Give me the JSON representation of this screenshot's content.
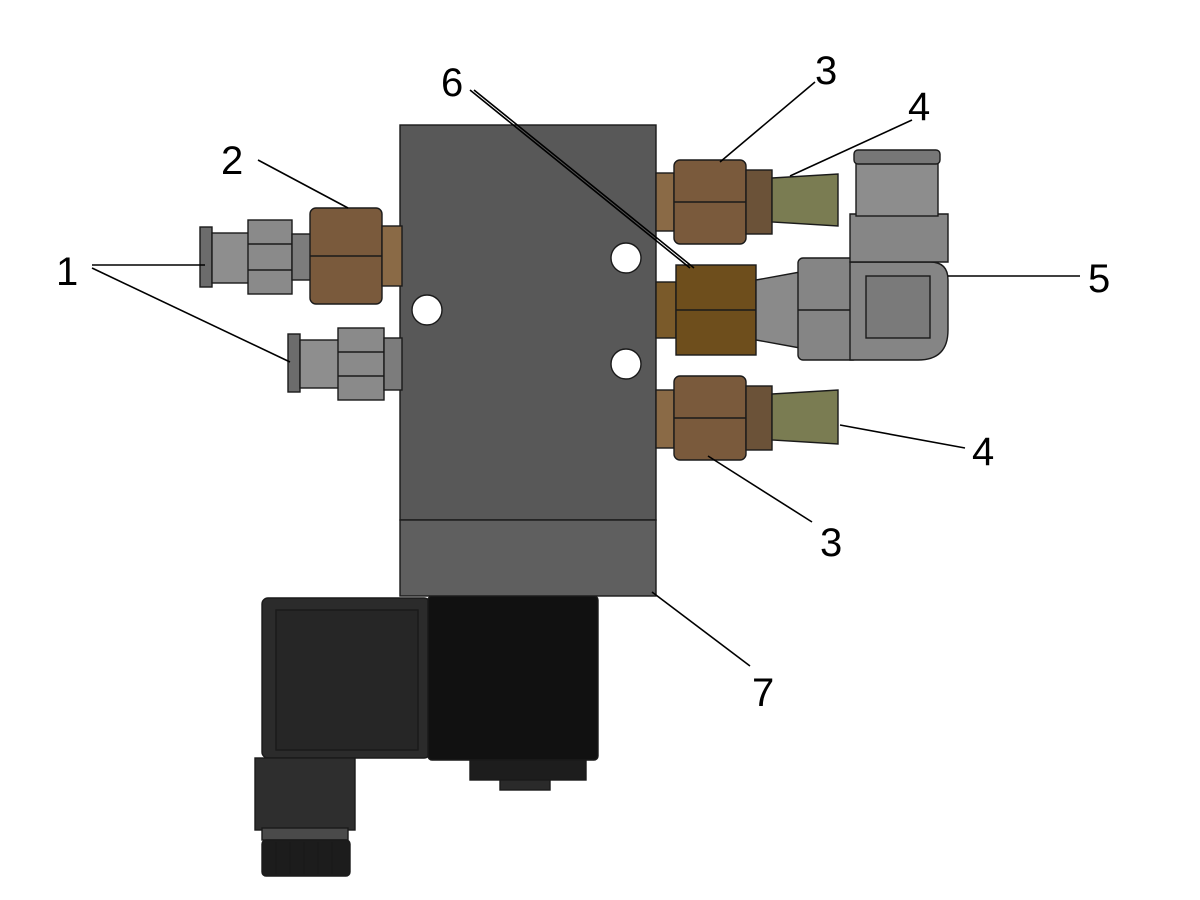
{
  "callouts": [
    {
      "id": "1",
      "label": "1"
    },
    {
      "id": "2",
      "label": "2"
    },
    {
      "id": "3a",
      "label": "3"
    },
    {
      "id": "3b",
      "label": "3"
    },
    {
      "id": "4a",
      "label": "4"
    },
    {
      "id": "4b",
      "label": "4"
    },
    {
      "id": "5",
      "label": "5"
    },
    {
      "id": "6",
      "label": "6"
    },
    {
      "id": "7",
      "label": "7"
    }
  ],
  "colors": {
    "valve_body": "#585858",
    "valve_base": "#5f5f5f",
    "brass_nut": "#7a5a3c",
    "brass_center": "#6e4e1c",
    "muffler": "#7a7c52",
    "fitting_grey": "#8a8a8a",
    "elbow_grey": "#858585",
    "coil_black": "#111111",
    "connector_dark": "#2b2b2b",
    "background": "#ffffff"
  }
}
